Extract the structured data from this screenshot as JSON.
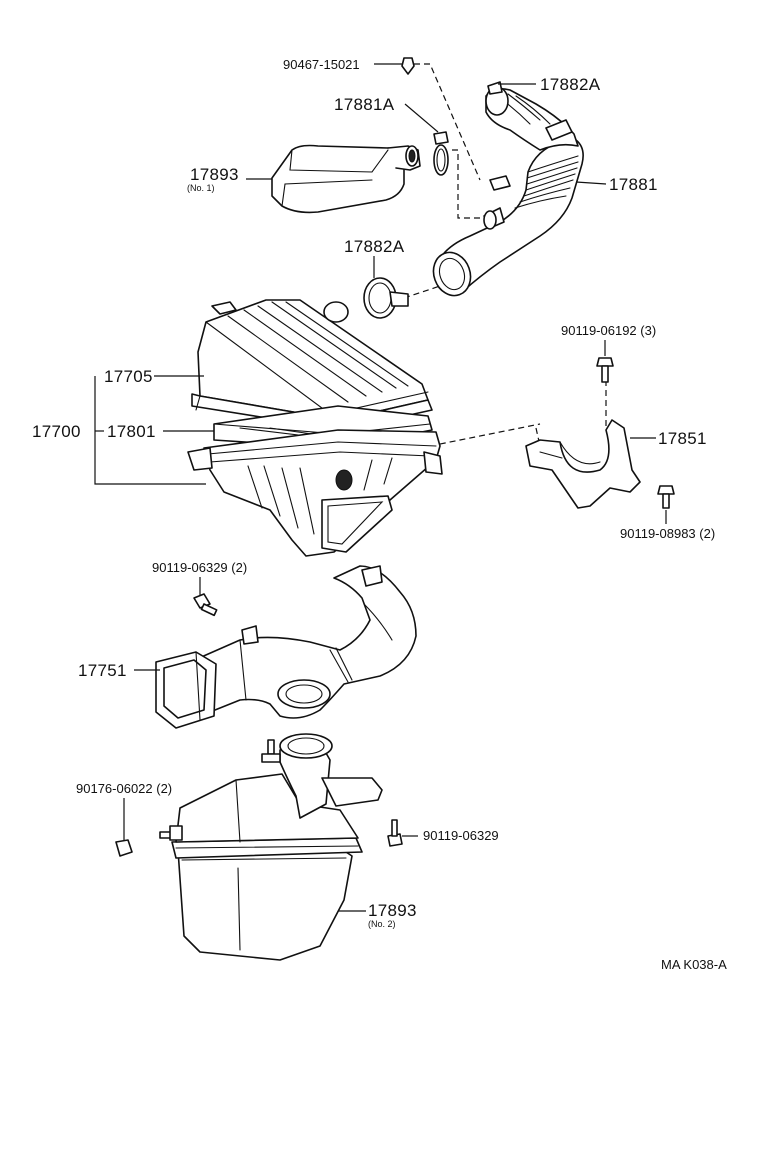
{
  "labels": {
    "p90467": "90467-15021",
    "p17882A_top": "17882A",
    "p17881A": "17881A",
    "p17893_no1": "17893",
    "p17893_no1_sub": "(No. 1)",
    "p17881": "17881",
    "p17882A_mid": "17882A",
    "p90119_06192": "90119-06192 (3)",
    "p17705": "17705",
    "p17700": "17700",
    "p17801": "17801",
    "p17851": "17851",
    "p90119_08983": "90119-08983 (2)",
    "p90119_06329_a": "90119-06329 (2)",
    "p17751": "17751",
    "p90176": "90176-06022 (2)",
    "p90119_06329_b": "90119-06329",
    "p17893_no2": "17893",
    "p17893_no2_sub": "(No. 2)",
    "diagram_code": "MA K038-A"
  }
}
